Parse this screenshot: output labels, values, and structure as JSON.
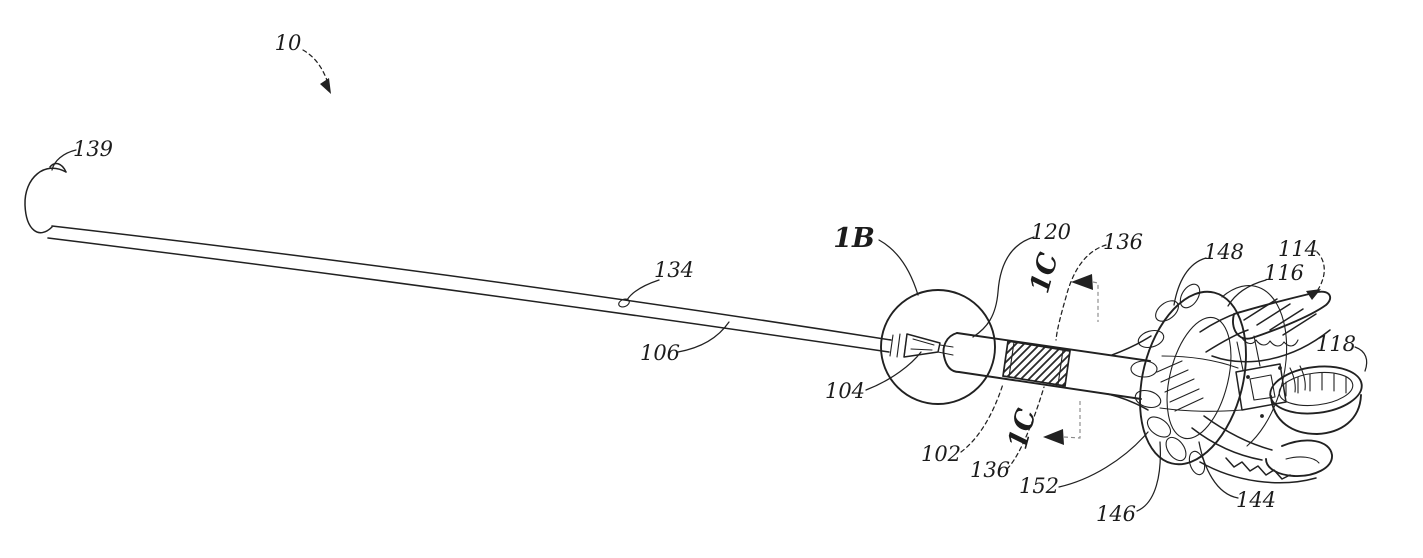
{
  "figure": {
    "description": "patent-style line drawing of an elongate surgical grasping instrument",
    "background": "#ffffff",
    "ink": "#212121",
    "labels": {
      "r10": "10",
      "r139": "139",
      "r134": "134",
      "r106": "106",
      "v1b": "1B",
      "r120": "120",
      "r136a": "136",
      "v1c_a": "1C",
      "r148": "148",
      "r114": "114",
      "r116": "116",
      "r118": "118",
      "r104": "104",
      "r102": "102",
      "r136b": "136",
      "v1c_b": "1C",
      "r152": "152",
      "r146": "146",
      "r144": "144"
    }
  }
}
